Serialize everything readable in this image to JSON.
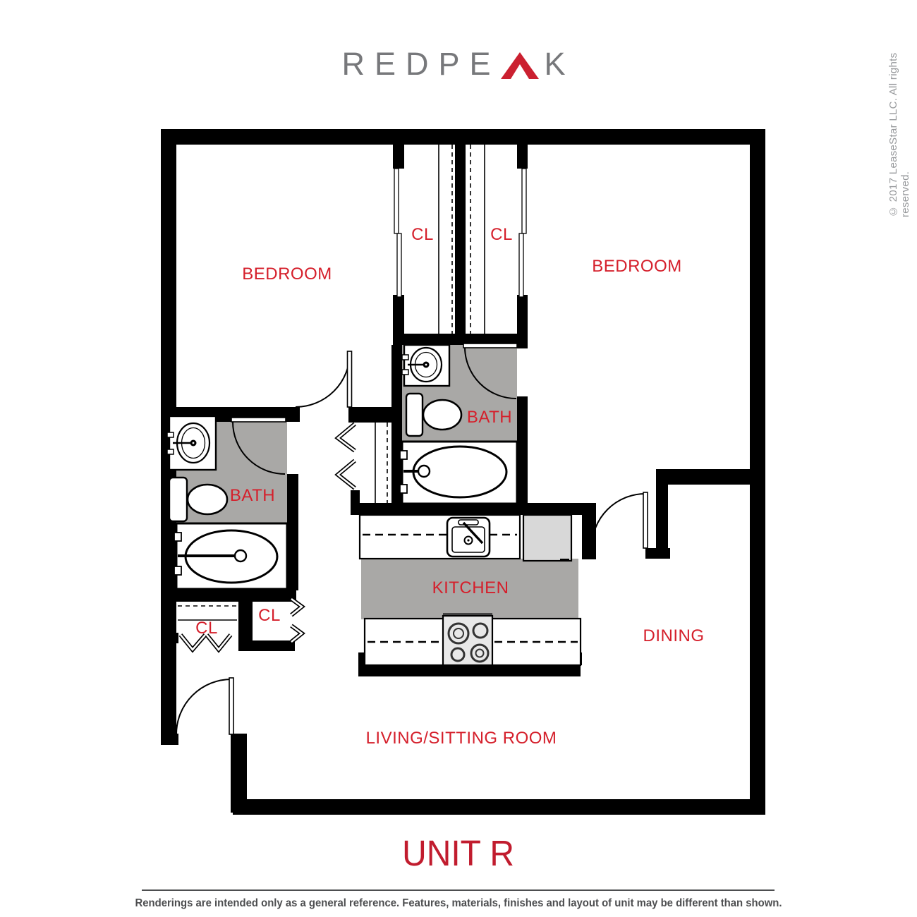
{
  "logo": {
    "text_left": "REDPE",
    "text_right": "K",
    "peak_icon": "red-peak-triangle"
  },
  "copyright": "© 2017 LeaseStar LLC. All rights reserved.",
  "rooms": {
    "bedroom_left": "BEDROOM",
    "bedroom_right": "BEDROOM",
    "closet_top_left": "CL",
    "closet_top_right": "CL",
    "bath_center": "BATH",
    "bath_left": "BATH",
    "kitchen": "KITCHEN",
    "dining": "DINING",
    "living": "LIVING/SITTING ROOM",
    "closet_entry_left": "CL",
    "closet_entry_right": "CL"
  },
  "title": "UNIT R",
  "disclaimer": "Renderings are intended only as a general reference. Features, materials, finishes and layout of unit may be different than shown.",
  "colors": {
    "label_red": "#d51f2b",
    "unit_red": "#c11c2e",
    "logo_gray": "#77787b",
    "peak_red": "#cb2030",
    "wall_black": "#000000",
    "floor_gray": "#a9a8a6",
    "appliance_gray": "#d8d8d8",
    "stove_gray": "#e8e8e8",
    "disclaimer_gray": "#4d4e50",
    "copyright_gray": "#97999c"
  }
}
